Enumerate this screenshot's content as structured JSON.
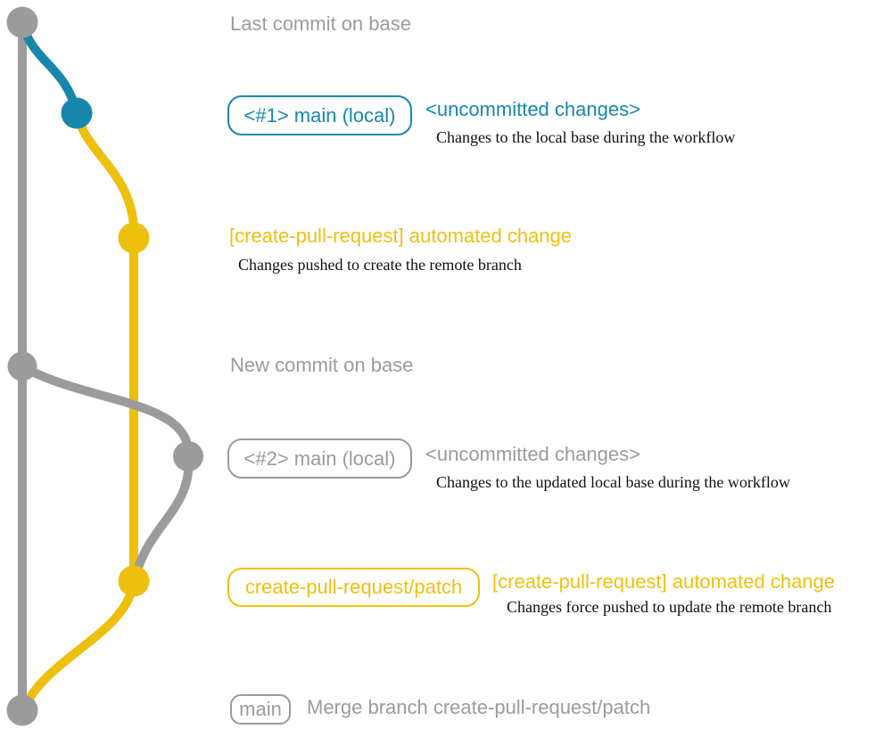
{
  "colors": {
    "gray": "#9b9b9b",
    "teal": "#1787ab",
    "gold": "#eec00e",
    "caption_text": "#101010",
    "background": "#ffffff"
  },
  "sections": {
    "base_top": {
      "label": "Last commit on base"
    },
    "local1": {
      "badge": "<#1> main (local)",
      "note": "<uncommitted changes>",
      "caption": "Changes to the local base during the workflow"
    },
    "push1": {
      "title": "[create-pull-request] automated change",
      "caption": "Changes pushed to create the remote branch"
    },
    "base_new": {
      "label": "New commit on base"
    },
    "local2": {
      "badge": "<#2> main (local)",
      "note": "<uncommitted changes>",
      "caption": "Changes to the updated local base during the workflow"
    },
    "push2": {
      "badge": "create-pull-request/patch",
      "title": "[create-pull-request] automated change",
      "caption": "Changes force pushed to update the remote branch"
    },
    "merge": {
      "badge": "main",
      "title": "Merge branch create-pull-request/patch"
    }
  }
}
